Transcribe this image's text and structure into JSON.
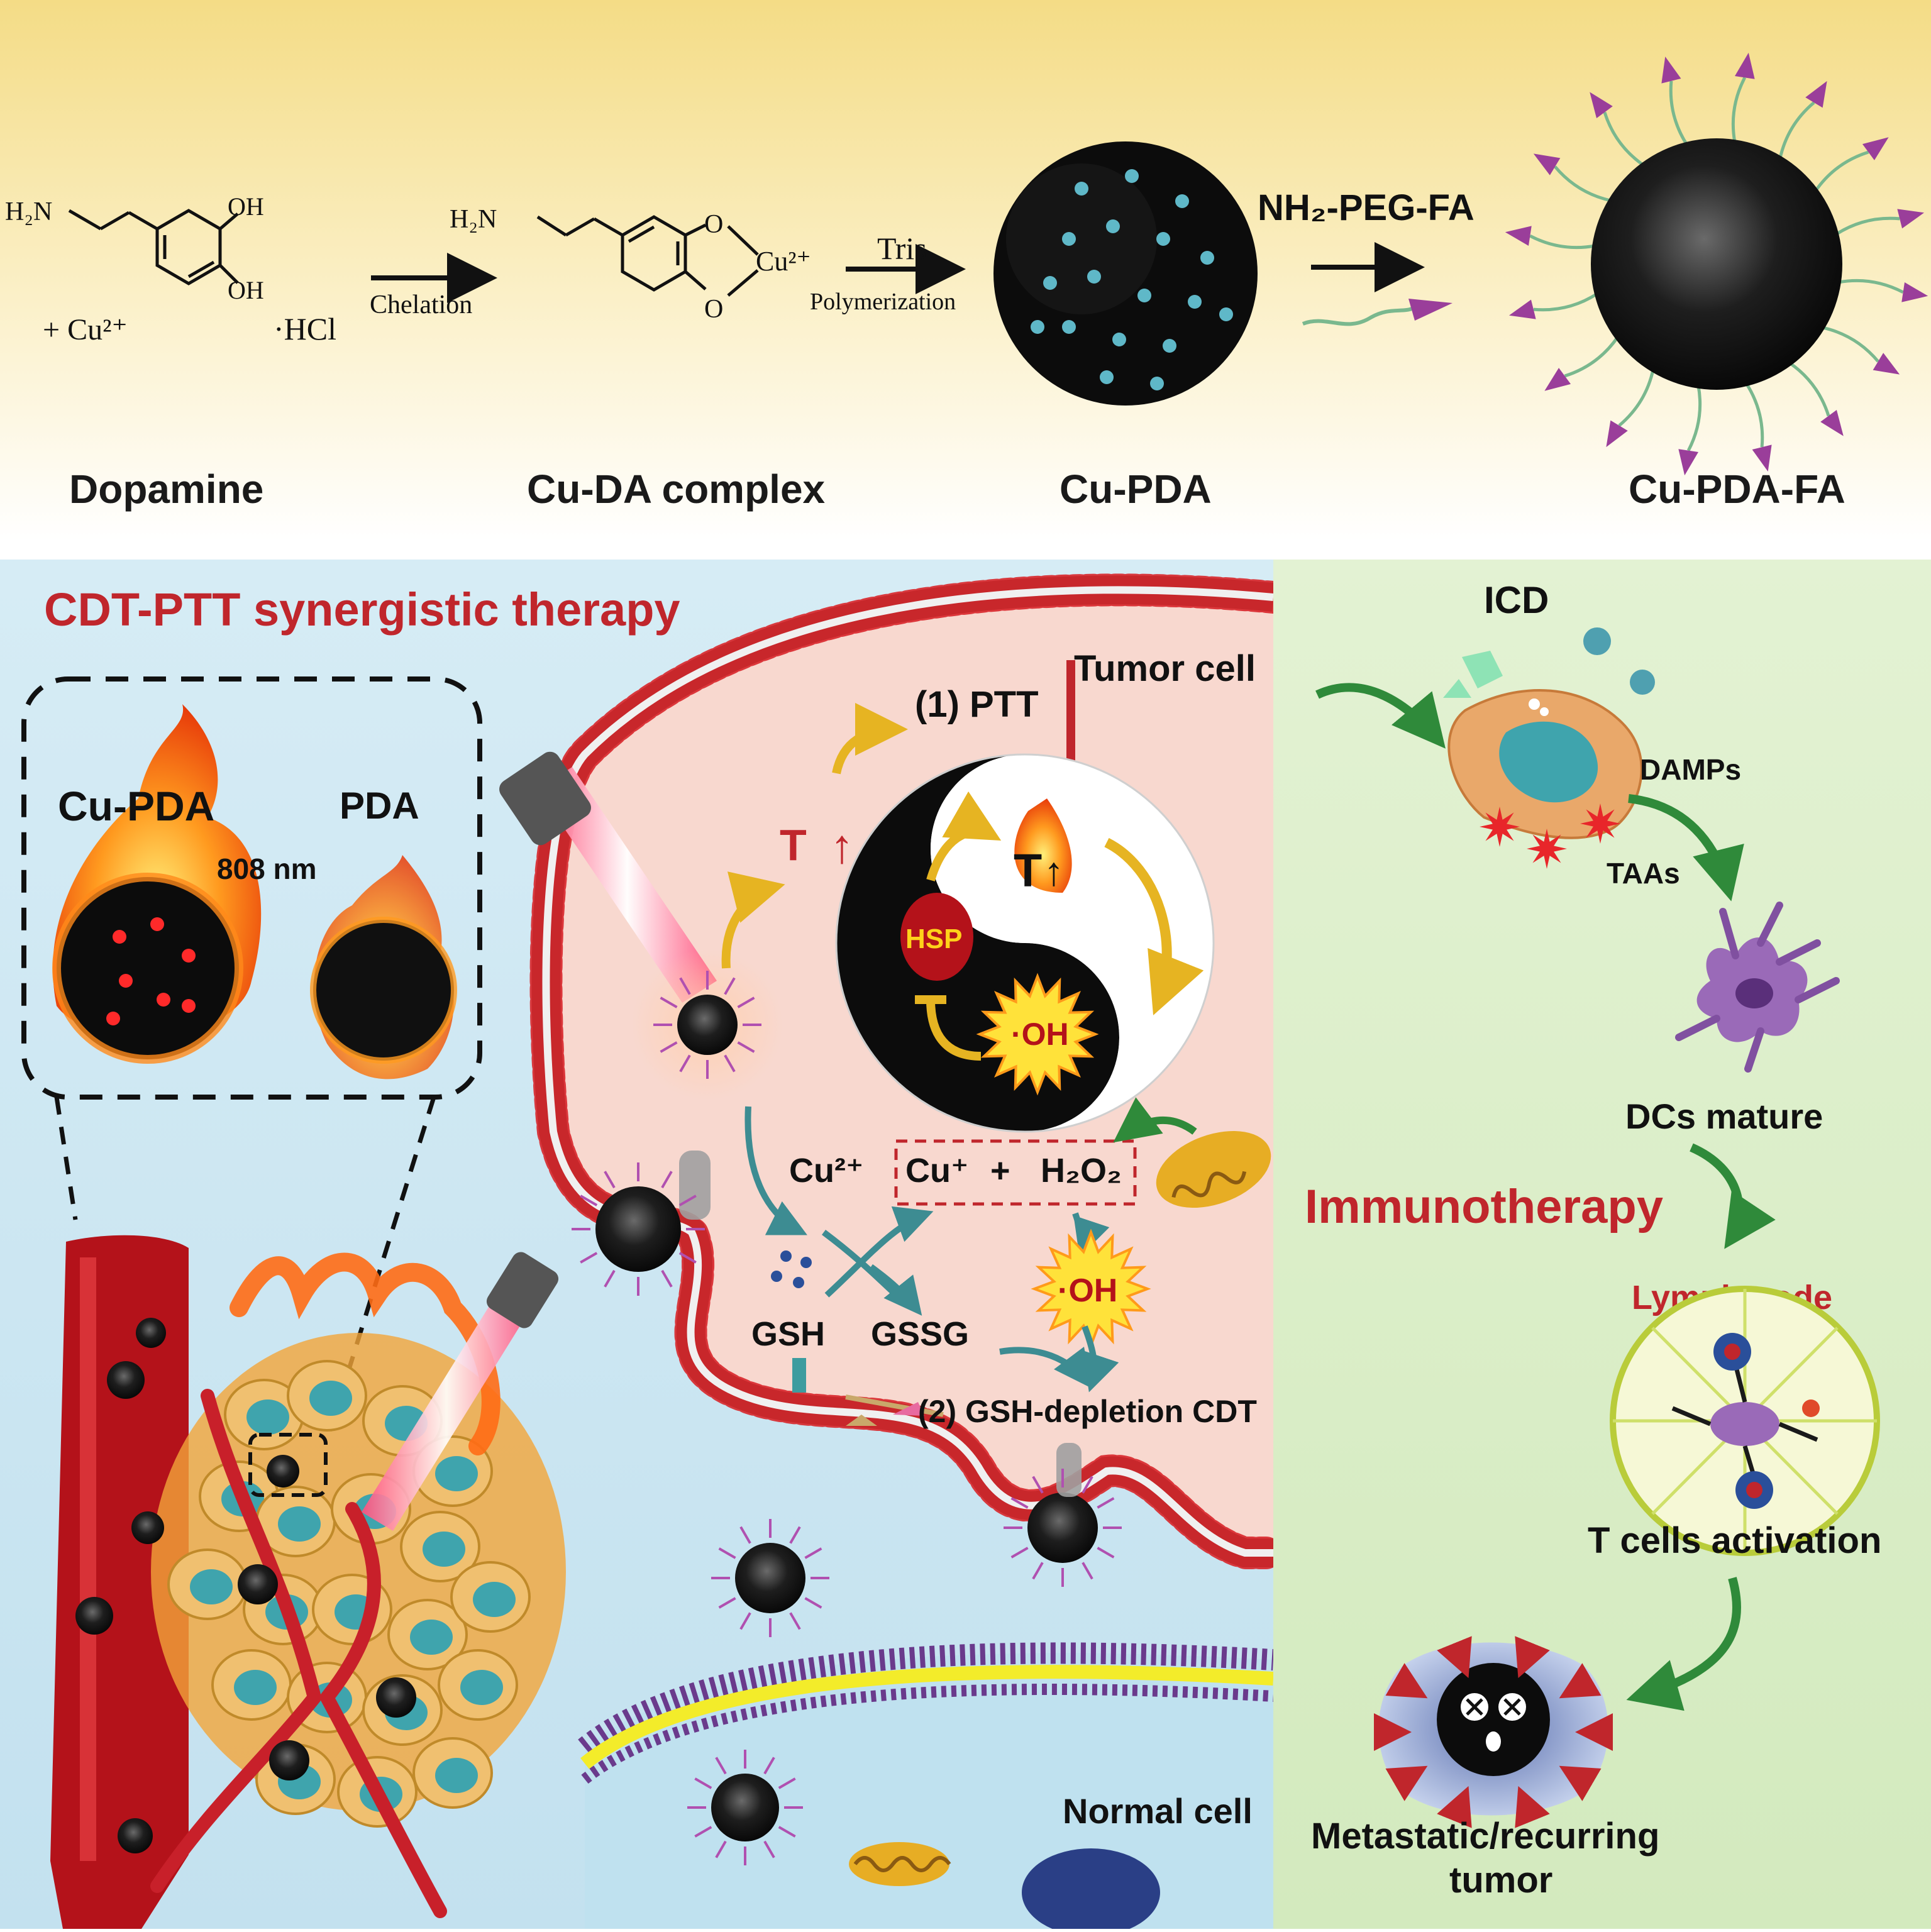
{
  "synthesis": {
    "dopamine": {
      "amine": "H₂N",
      "oh_top": "OH",
      "oh_bottom": "OH",
      "plus_cu": "+ Cu²⁺",
      "hcl": "·HCl",
      "label": "Dopamine"
    },
    "step1": {
      "label": "Chelation"
    },
    "complex": {
      "amine": "H₂N",
      "o_top": "O",
      "o_bottom": "O",
      "cu": "Cu²⁺",
      "label": "Cu-DA complex"
    },
    "step2": {
      "reagent": "Tris",
      "label": "Polymerization"
    },
    "cu_pda": {
      "label": "Cu-PDA"
    },
    "step3": {
      "reagent": "NH₂-PEG-FA"
    },
    "cu_pda_fa": {
      "label": "Cu-PDA-FA"
    }
  },
  "therapy": {
    "title": "CDT-PTT synergistic therapy",
    "inset": {
      "left_label": "Cu-PDA",
      "right_label": "PDA",
      "laser": "808 nm"
    },
    "tumor_cell_label": "Tumor cell",
    "ptt_label": "(1) PTT",
    "temperature": "T",
    "temperature_arrow": "↑",
    "yinyang": {
      "t": "T",
      "t_arrow": "↑",
      "hsp": "HSP",
      "oh": "·OH"
    },
    "reaction": {
      "cu2": "Cu²⁺",
      "cu_plus": "Cu⁺",
      "plus": "+",
      "h2o2": "H₂O₂",
      "oh": "·OH",
      "gsh": "GSH",
      "gssg": "GSSG",
      "cdt_label": "(2) GSH-depletion  CDT"
    },
    "normal_cell_label": "Normal cell"
  },
  "immuno": {
    "icd": "ICD",
    "damps": "DAMPs",
    "taas": "TAAs",
    "dcs": "DCs mature",
    "title": "Immunotherapy",
    "lymph": "Lymph node",
    "tcells": "T cells activation",
    "tumor_line1": "Metastatic/recurring",
    "tumor_line2": "tumor"
  },
  "colors": {
    "accent_red": "#c0262c",
    "membrane_red": "#d8262a",
    "arrow_teal": "#3d8c92",
    "arrow_green": "#2f8a3a",
    "panel_blue": "#cfe8f3",
    "panel_green": "#dcefc9",
    "cell_pink": "#f8d8cf"
  }
}
